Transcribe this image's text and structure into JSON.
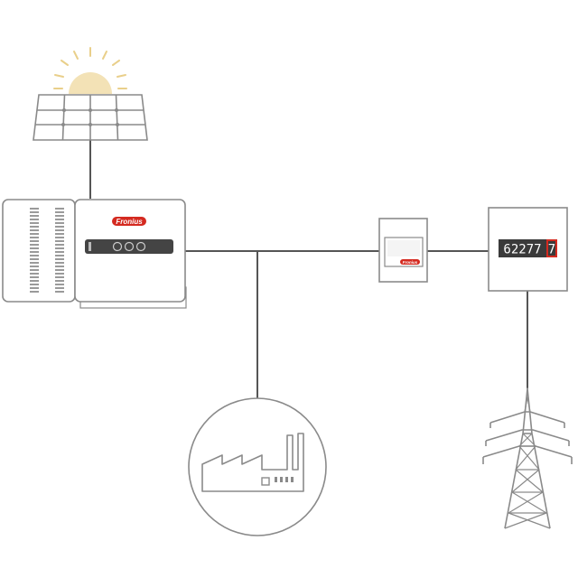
{
  "colors": {
    "line": "#8a8a8a",
    "connector": "#555555",
    "sun": "#f3e2b6",
    "sun_ray": "#e9cf8a",
    "brand": "#d42a20",
    "display": "#444444",
    "meter_digit_bg": "#3a3a3a",
    "meter_highlight": "#d42a20"
  },
  "inverter": {
    "brand": "Fronius"
  },
  "smart_meter": {
    "brand": "Fronius"
  },
  "utility_meter": {
    "digits": "62277",
    "decimal": "7"
  },
  "icons": [
    "sun-icon",
    "solar-panel-icon",
    "inverter-icon",
    "smart-meter-icon",
    "utility-meter-icon",
    "factory-icon",
    "power-pylon-icon"
  ]
}
